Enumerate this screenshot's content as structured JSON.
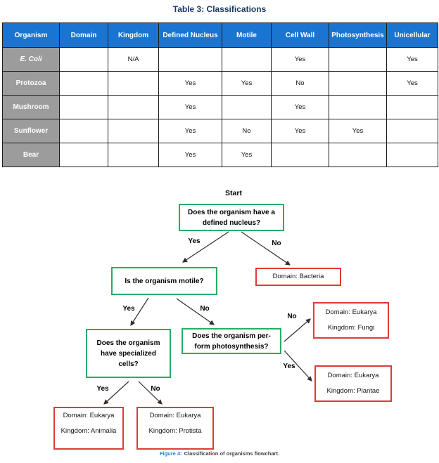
{
  "table": {
    "title": "Table 3: Classifications",
    "columns": [
      "Organism",
      "Domain",
      "Kingdom",
      "Defined Nucleus",
      "Motile",
      "Cell Wall",
      "Photosynthesis",
      "Unicellular"
    ],
    "rows": [
      {
        "organism": "E. Coli",
        "cells": [
          "",
          "N/A",
          "",
          "",
          "Yes",
          "",
          "Yes"
        ]
      },
      {
        "organism": "Protozoa",
        "cells": [
          "",
          "",
          "Yes",
          "Yes",
          "No",
          "",
          "Yes"
        ]
      },
      {
        "organism": "Mushroom",
        "cells": [
          "",
          "",
          "Yes",
          "",
          "Yes",
          "",
          ""
        ]
      },
      {
        "organism": "Sunflower",
        "cells": [
          "",
          "",
          "Yes",
          "No",
          "Yes",
          "Yes",
          ""
        ]
      },
      {
        "organism": "Bear",
        "cells": [
          "",
          "",
          "Yes",
          "Yes",
          "",
          "",
          ""
        ]
      }
    ]
  },
  "flowchart": {
    "start": "Start",
    "nodes": {
      "nucleus": {
        "lines": [
          "Does the organism have a",
          "defined nucleus?"
        ]
      },
      "motile": {
        "lines": [
          "Is the organism motile?"
        ]
      },
      "specialized": {
        "lines": [
          "Does the organism",
          "have specialized",
          "cells?"
        ]
      },
      "photosynthesis": {
        "lines": [
          "Does the organism per-",
          "form photosynthesis?"
        ]
      },
      "bacteria": {
        "lines": [
          "Domain: Bacteria"
        ]
      },
      "fungi": {
        "lines": [
          "Domain: Eukarya",
          "Kingdom: Fungi"
        ]
      },
      "plantae": {
        "lines": [
          "Domain: Eukarya",
          "Kingdom: Plantae"
        ]
      },
      "animalia": {
        "lines": [
          "Domain: Eukarya",
          "Kingdom: Animalia"
        ]
      },
      "protista": {
        "lines": [
          "Domain: Eukarya",
          "Kingdom: Protista"
        ]
      }
    },
    "edges": {
      "nucleus_yes": "Yes",
      "nucleus_no": "No",
      "motile_yes": "Yes",
      "motile_no": "No",
      "photo_no": "No",
      "photo_yes": "Yes",
      "specialized_yes": "Yes",
      "specialized_no": "No"
    }
  },
  "caption": {
    "prefix": "Figure 4:",
    "text": "Classification of organisms flowchart."
  },
  "colors": {
    "title_navy": "#17375e",
    "header_blue": "#1a74d1",
    "row_gray": "#9c9c9c",
    "decision_green": "#27ae60",
    "result_red": "#e03a3a",
    "caption_blue": "#1d7ad9"
  }
}
